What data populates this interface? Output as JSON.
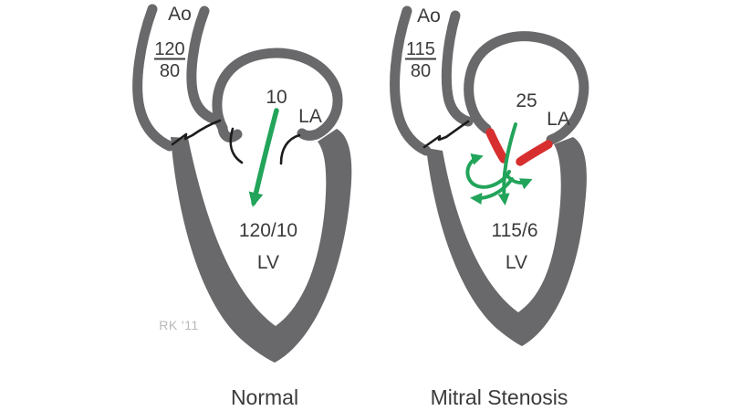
{
  "colors": {
    "wall_gray": "#69696b",
    "valve_line_black": "#1c1c1c",
    "flow_green": "#22a45a",
    "stenotic_red": "#d72f2f",
    "label_dark": "#3b3b3b",
    "signature_gray": "#b8b8ba",
    "background": "#ffffff"
  },
  "signature": "RK '11",
  "left": {
    "caption": "Normal",
    "aorta_label": "Ao",
    "aorta_systolic": "120",
    "aorta_diastolic": "80",
    "la_label": "LA",
    "la_pressure": "10",
    "lv_label": "LV",
    "lv_pressure": "120/10"
  },
  "right": {
    "caption": "Mitral Stenosis",
    "aorta_label": "Ao",
    "aorta_systolic": "115",
    "aorta_diastolic": "80",
    "la_label": "LA",
    "la_pressure": "25",
    "lv_label": "LV",
    "lv_pressure": "115/6"
  }
}
